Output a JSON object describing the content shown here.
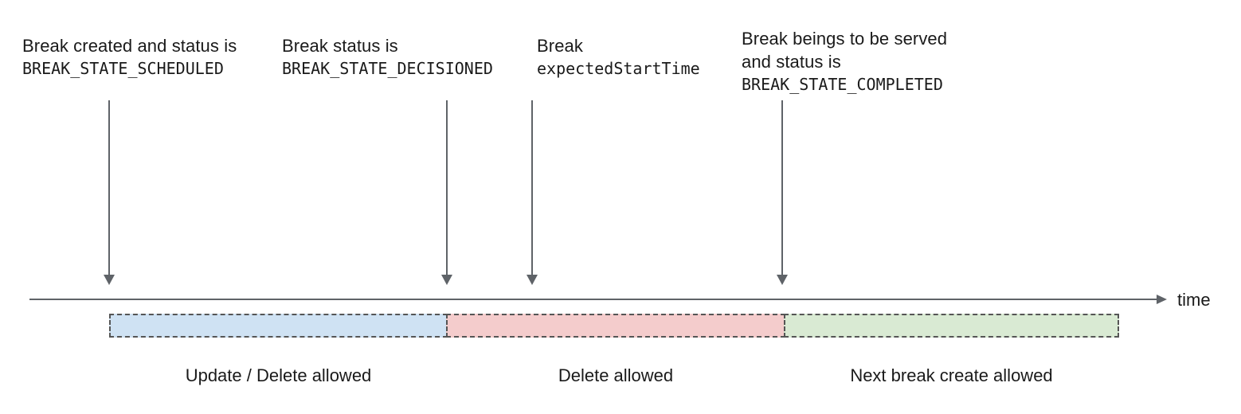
{
  "diagram": {
    "title": "break-lifecycle-timeline",
    "annotations": [
      {
        "text": "Break created and status is",
        "code": "BREAK_STATE_SCHEDULED"
      },
      {
        "text": "Break status is",
        "code": "BREAK_STATE_DECISIONED"
      },
      {
        "text": "Break",
        "code": "expectedStartTime"
      },
      {
        "text": "Break beings to be served and status is",
        "code": "BREAK_STATE_COMPLETED"
      }
    ],
    "timeline": {
      "axis_label": "time"
    },
    "segments": [
      {
        "label": "Update / Delete allowed",
        "fill": "#cfe2f3"
      },
      {
        "label": "Delete allowed",
        "fill": "#f4cccc"
      },
      {
        "label": "Next break create allowed",
        "fill": "#d9ead3"
      }
    ],
    "colors": {
      "arrow": "#5f6368",
      "segment_border": "#555555",
      "text": "#1a1a1a"
    }
  }
}
